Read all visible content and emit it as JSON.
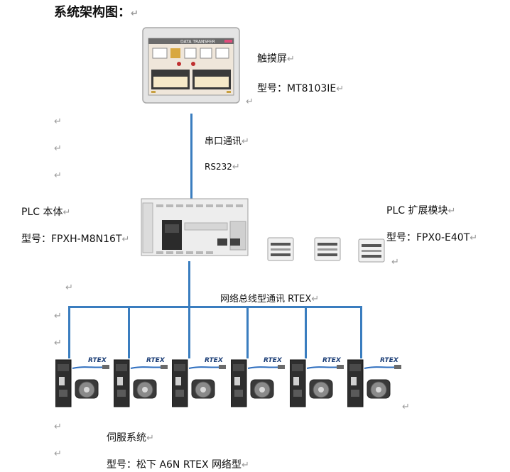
{
  "title": "系统架构图：",
  "return_mark": "↵",
  "hmi": {
    "label": "触摸屏",
    "model": "型号：MT8103IE",
    "screen_title": "DATA TRANSFER"
  },
  "link_top": {
    "label": "串口通讯",
    "protocol": "RS232"
  },
  "plc": {
    "label": "PLC 本体",
    "model": "型号：FPXH-M8N16T"
  },
  "expansion": {
    "label": "PLC 扩展模块",
    "model": "型号：FPX0-E40T"
  },
  "network": {
    "label": "网络总线型通讯 RTEX"
  },
  "servo": {
    "label": "伺服系统",
    "model": "型号：松下 A6N RTEX 网络型",
    "tag": "RTEX",
    "count": 6
  },
  "colors": {
    "wire": "#3a7dbf"
  }
}
